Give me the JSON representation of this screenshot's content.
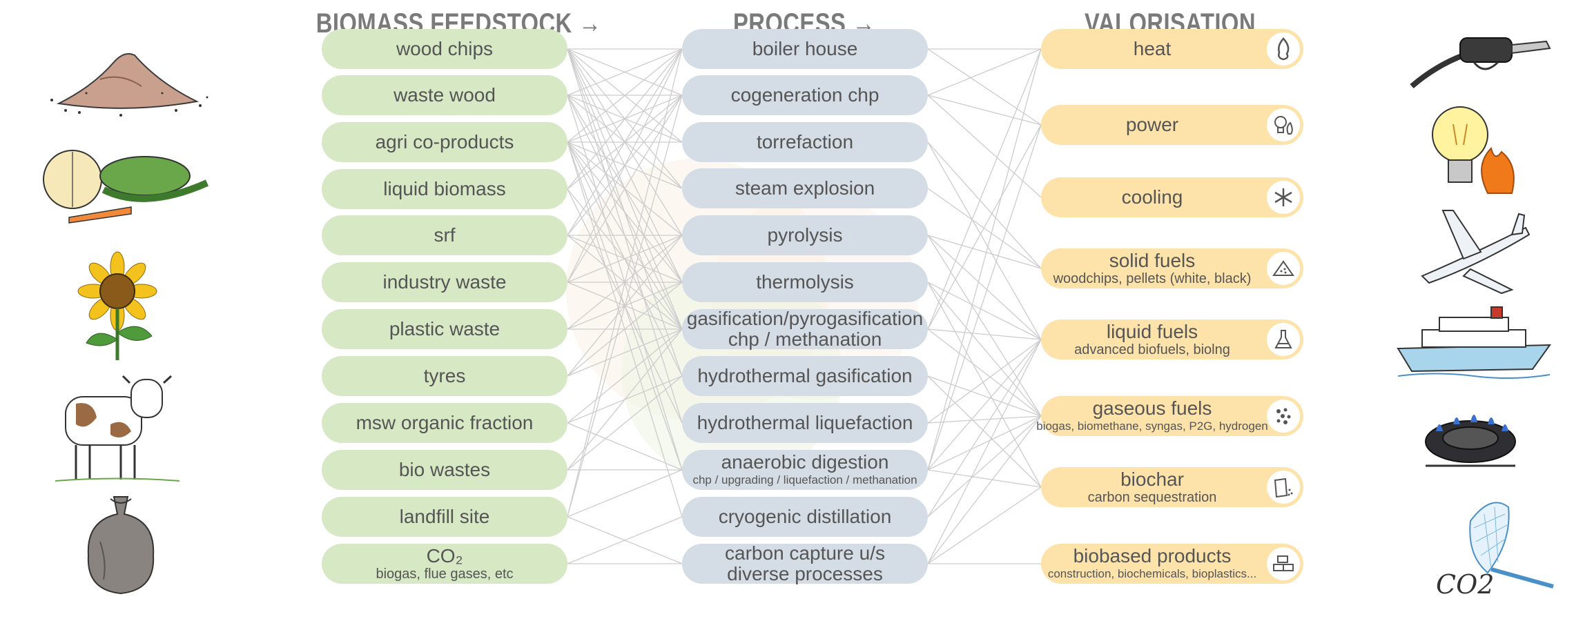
{
  "columns": {
    "feedstock_title": "BIOMASS FEEDSTOCK →",
    "process_title": "PROCESS →",
    "valorisation_title": "VALORISATION"
  },
  "feedstock": [
    {
      "label": "wood chips"
    },
    {
      "label": "waste wood"
    },
    {
      "label": "agri co-products"
    },
    {
      "label": "liquid biomass"
    },
    {
      "label": "srf"
    },
    {
      "label": "industry waste"
    },
    {
      "label": "plastic waste"
    },
    {
      "label": "tyres"
    },
    {
      "label": "msw organic fraction"
    },
    {
      "label": "bio wastes"
    },
    {
      "label": "landfill site"
    },
    {
      "label": "CO₂",
      "sub": "biogas, flue gases, etc"
    }
  ],
  "process": [
    {
      "label": "boiler house"
    },
    {
      "label": "cogeneration chp"
    },
    {
      "label": "torrefaction"
    },
    {
      "label": "steam explosion"
    },
    {
      "label": "pyrolysis"
    },
    {
      "label": "thermolysis"
    },
    {
      "label": "gasification/pyrogasification",
      "label2": "chp / methanation"
    },
    {
      "label": "hydrothermal gasification"
    },
    {
      "label": "hydrothermal liquefaction"
    },
    {
      "label": "anaerobic digestion",
      "sub": "chp / upgrading / liquefaction / methanation"
    },
    {
      "label": "cryogenic distillation"
    },
    {
      "label": "carbon capture u/s",
      "label2": "diverse processes"
    }
  ],
  "valorisation": [
    {
      "label": "heat",
      "icon": "flame-icon"
    },
    {
      "label": "power",
      "icon": "bulb-flame-icon"
    },
    {
      "label": "cooling",
      "icon": "snowflake-icon"
    },
    {
      "label": "solid fuels",
      "sub": "woodchips, pellets (white, black)",
      "icon": "pile-icon"
    },
    {
      "label": "liquid fuels",
      "sub": "advanced biofuels, biolng",
      "icon": "flask-icon"
    },
    {
      "label": "gaseous fuels",
      "sub": "biogas, biomethane, syngas, P2G, hydrogen",
      "icon": "dots-icon"
    },
    {
      "label": "biochar",
      "sub": "carbon sequestration",
      "icon": "bag-icon"
    },
    {
      "label": "biobased products",
      "sub": "construction, biochemicals, bioplastics...",
      "icon": "blocks-icon"
    }
  ],
  "illustrations": {
    "co2_net_text": "CO2"
  },
  "colors": {
    "feedstock_fill": "#d7e8c4",
    "process_fill": "#d4dde5",
    "valorisation_fill": "#fde3aa",
    "title": "#7a7a7a",
    "connector": "#cccccc"
  }
}
